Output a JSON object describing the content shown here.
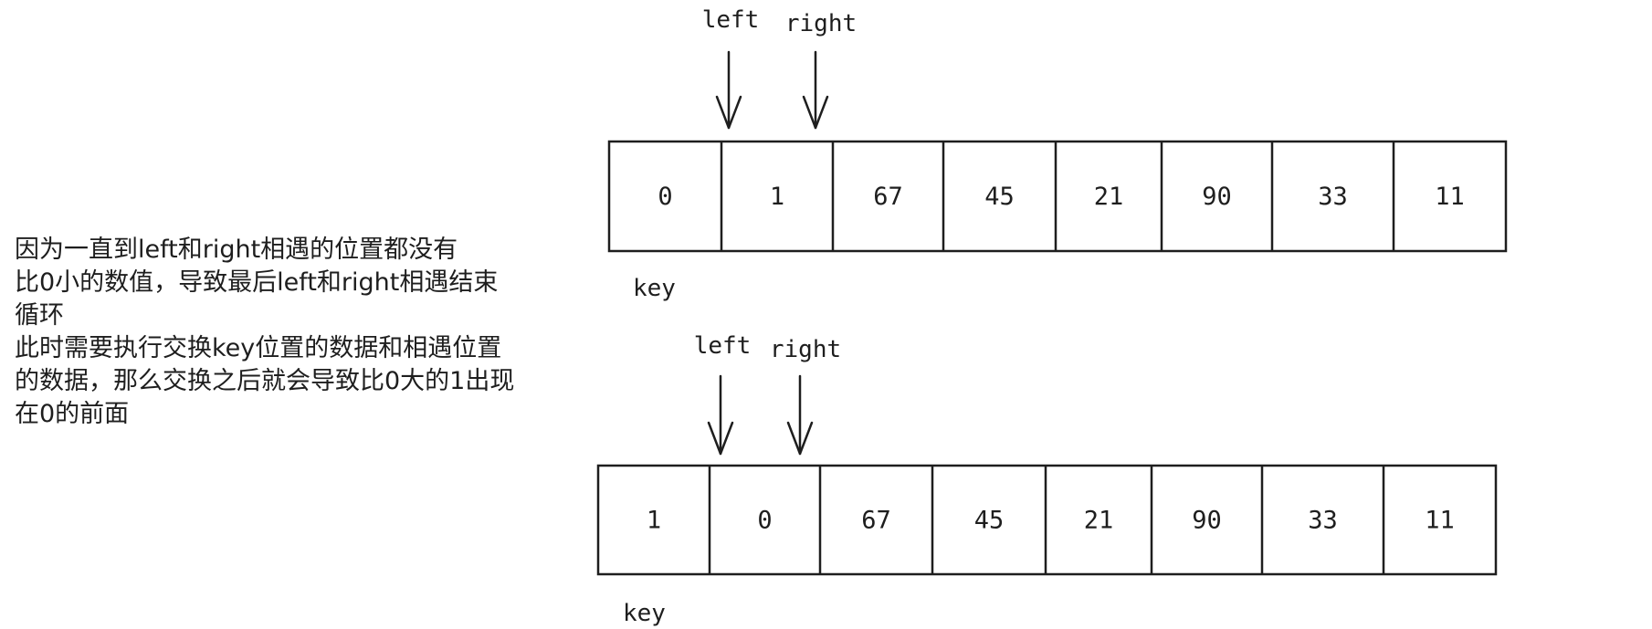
{
  "explanation": {
    "lines": [
      "因为一直到left和right相遇的位置都没有",
      "比0小的数值，导致最后left和right相遇结束",
      "循环",
      "此时需要执行交换key位置的数据和相遇位置",
      "的数据，那么交换之后就会导致比0大的1出现",
      "在0的前面"
    ]
  },
  "before": {
    "cells": [
      "0",
      "1",
      "67",
      "45",
      "21",
      "90",
      "33",
      "11"
    ],
    "pointers": [
      {
        "label": "left",
        "cell_index": 1
      },
      {
        "label": "right",
        "cell_index": 2
      }
    ],
    "key": {
      "label": "key",
      "cell_index": 0
    }
  },
  "after": {
    "cells": [
      "1",
      "0",
      "67",
      "45",
      "21",
      "90",
      "33",
      "11"
    ],
    "pointers": [
      {
        "label": "left",
        "cell_index": 1
      },
      {
        "label": "right",
        "cell_index": 2
      }
    ],
    "key": {
      "label": "key",
      "cell_index": 0
    }
  },
  "colors": {
    "stroke": "#1e1e1e",
    "text": "#1e1e1e"
  }
}
